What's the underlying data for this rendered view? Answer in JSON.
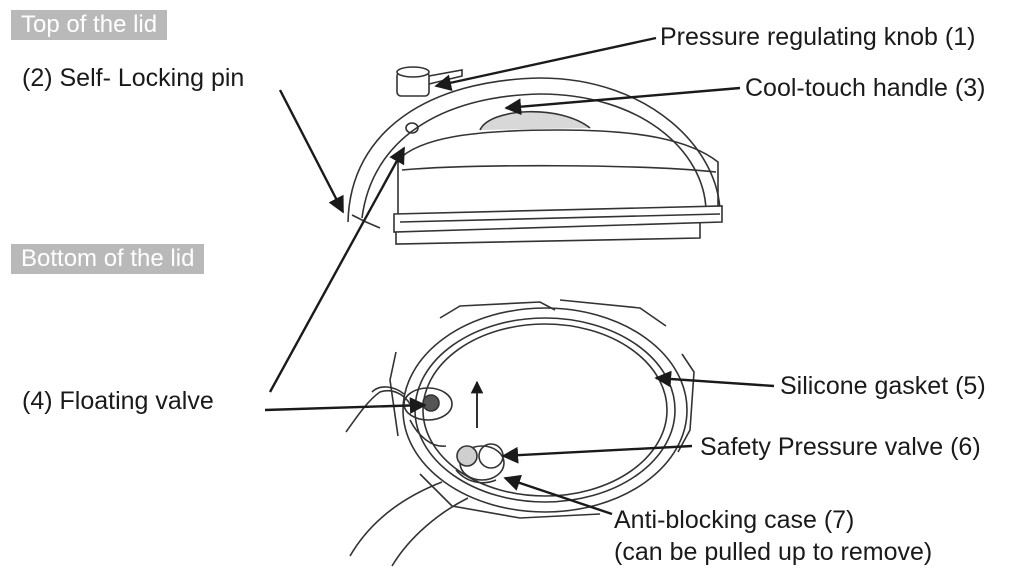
{
  "sections": {
    "top": "Top of the lid",
    "bottom": "Bottom of the lid"
  },
  "labels": {
    "pressure_knob": "Pressure regulating knob (1)",
    "locking_pin": "(2) Self- Locking pin",
    "handle": "Cool-touch handle (3)",
    "floating_valve": "(4) Floating valve",
    "gasket": "Silicone gasket (5)",
    "safety_valve": "Safety Pressure valve (6)",
    "anti_block": "Anti-blocking case  (7)",
    "anti_block_note": "(can be pulled up to remove)"
  },
  "colors": {
    "tag_bg": "#b9b9b9",
    "ink": "#1a1a1a"
  }
}
